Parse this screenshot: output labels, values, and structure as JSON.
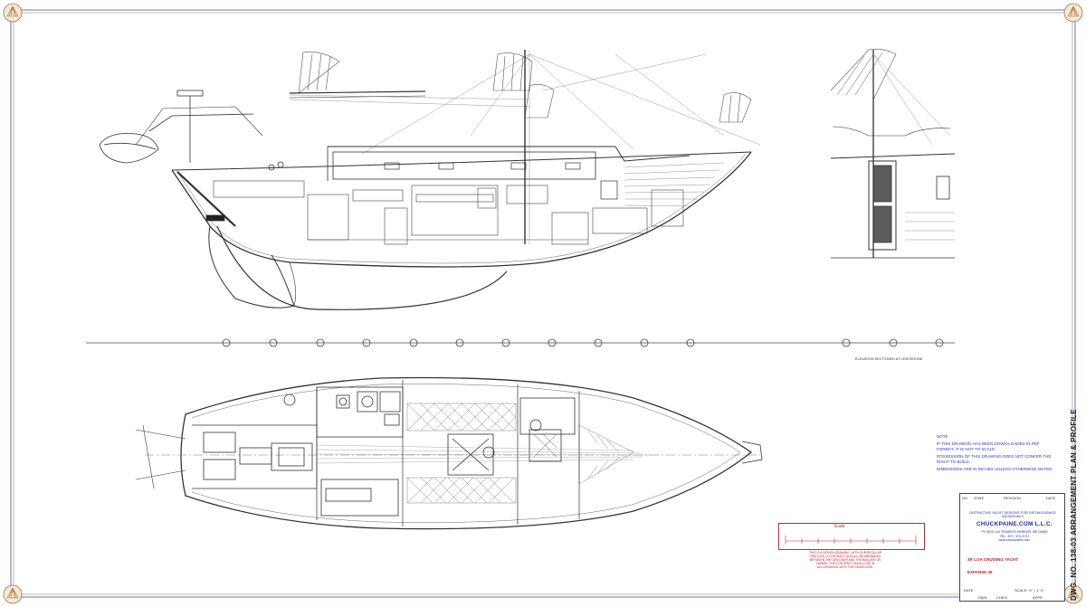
{
  "drawing": {
    "side_title": "DWG. NO. 138-03   ARRANGEMENT PLAN & PROFILE",
    "elevation_label": "ELEVATION SECTIONED AT CENTERLINE"
  },
  "notes": {
    "heading": "NOTE",
    "lines": [
      "IF THIS DRAWING HAS BEEN DOWN-LOADED IN PDF FORMAT, IT IS NOT TO SCALE.",
      "POSSESSION OF THIS DRAWING DOES NOT CONFER THE RIGHT TO BUILD.",
      "DIMENSIONS ARE IN INCHES UNLESS OTHERWISE NOTED."
    ]
  },
  "scale_bar": {
    "title": "Scale",
    "red_note": "THIS IS A DESIGN DRAWING. WITH OUR REGULAR PRACTICE, A CONTRACT SHOULD BE ARRANGED BETWEEN THE DESIGNER AND THE BUILDER OR OWNER. THE CONTRACT SHOULD BE IN ACCORDANCE WITH THE GUIDELINES."
  },
  "title_block": {
    "rev_headers": [
      "NO.",
      "ZONE",
      "REVISION",
      "DATE"
    ],
    "tagline": "DISTINCTIVE YACHT DESIGNS FOR DISTINGUISHED INDIVIDUALS",
    "company": "CHUCKPAINE.COM L.L.C.",
    "address": "PO BOX 114  TENANTS HARBOR, ME  04860",
    "phone": "TEL: 207 / 372-6747",
    "web": "www.chuckpaine.com",
    "project": "39' LOA  CRUISING YACHT",
    "client": "EXPANSE 39",
    "footer_cells": [
      "SCALE: ½\" = 1' 0\"",
      "DATE",
      "DWN",
      "CHK'D",
      "APPR"
    ]
  },
  "colors": {
    "border": "#8a5fb0",
    "ink": "#222222",
    "accent_blue": "#1f2fa0",
    "accent_red": "#c0202a"
  }
}
